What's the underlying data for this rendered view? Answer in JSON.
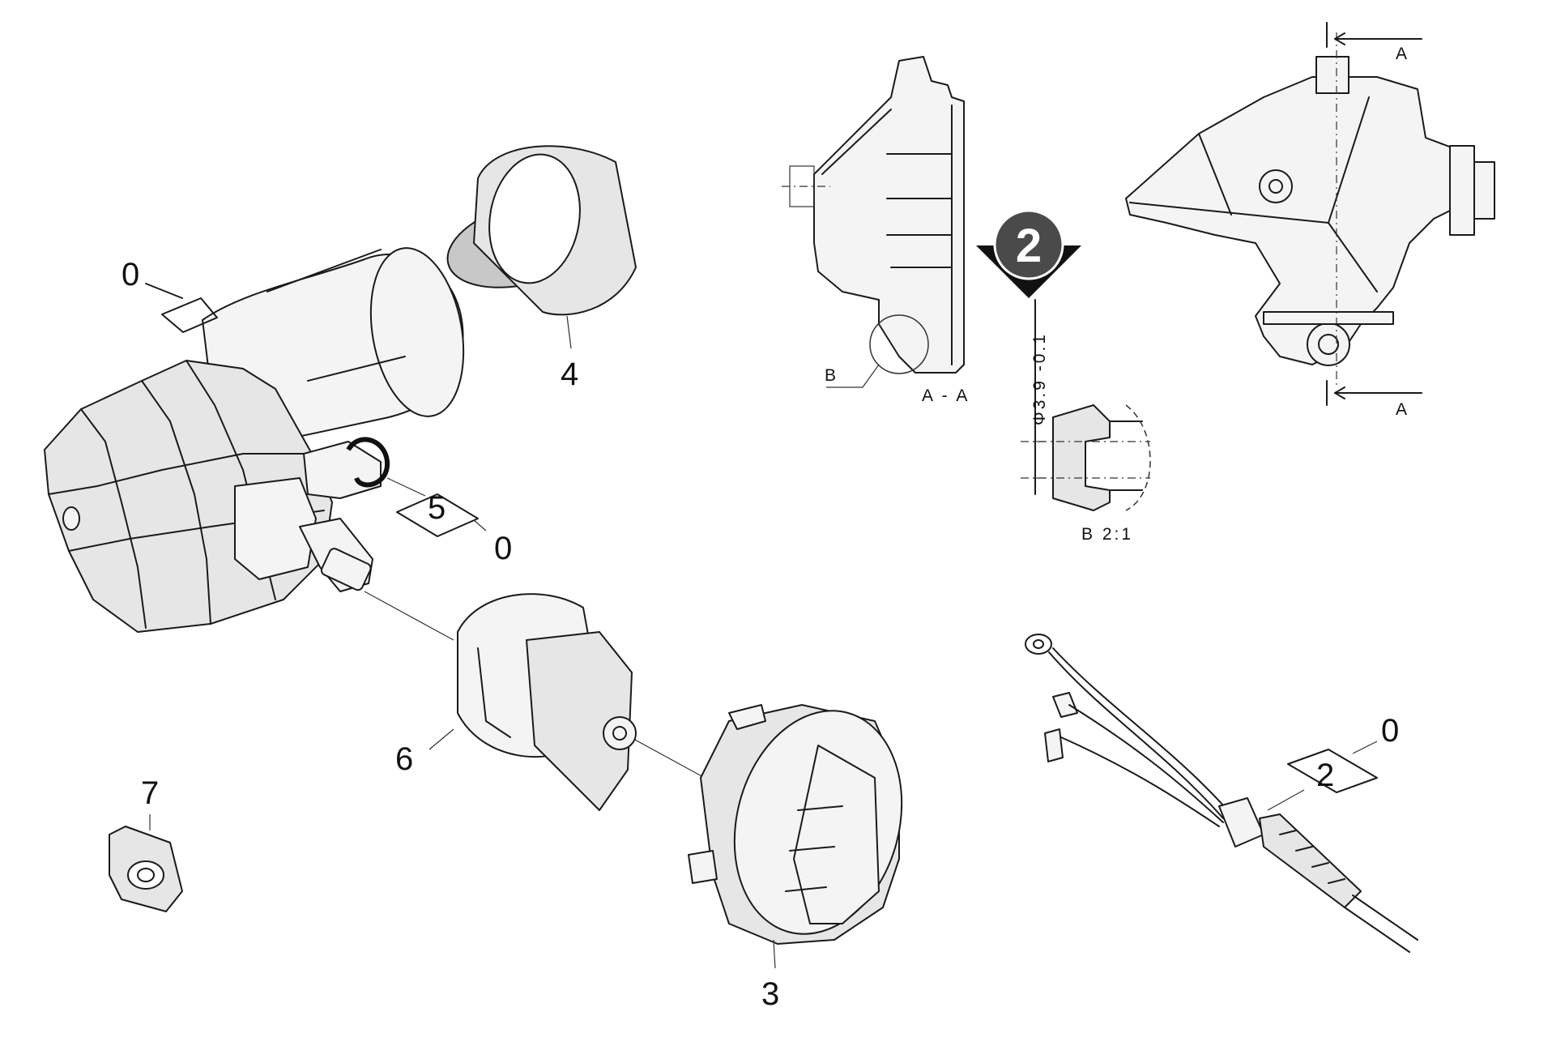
{
  "diagram": {
    "labels": {
      "motor_ref": "0",
      "sleeve": "4",
      "seal_ring": "5",
      "seal_ring_ref": "0",
      "inner_housing": "6",
      "outer_cover": "3",
      "clip": "7",
      "cable": "2",
      "cable_ref": "0"
    },
    "detail": {
      "badge": "2",
      "section_aa": "A - A",
      "section_a_top": "A",
      "section_a_bottom": "A",
      "detail_b_callout": "B",
      "detail_b_scale": "B 2:1",
      "dimension": "Φ3.9 -0.1"
    }
  }
}
